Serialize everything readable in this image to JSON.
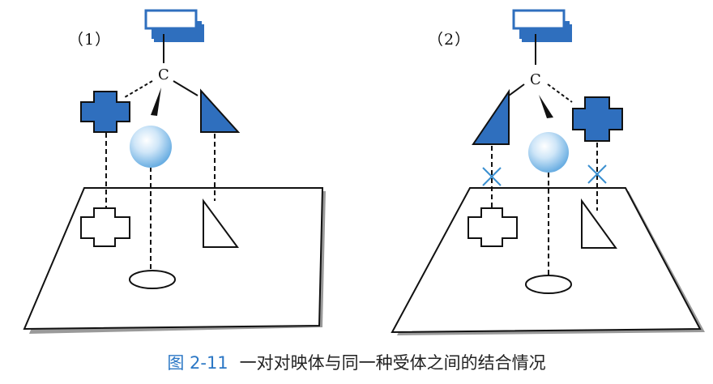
{
  "panels": [
    {
      "id": "panel-1",
      "label": "（1）",
      "ligand_order": [
        "cross",
        "sphere",
        "triangle"
      ],
      "mismatch": false
    },
    {
      "id": "panel-2",
      "label": "（2）",
      "ligand_order": [
        "triangle",
        "sphere",
        "cross"
      ],
      "mismatch": true
    }
  ],
  "center_label": "C",
  "caption": {
    "figure_number": "图 2-11",
    "text": "一对对映体与同一种受体之间的结合情况"
  },
  "colors": {
    "accent": "#2f6fbe",
    "caption_accent": "#2b77c5",
    "outline": "#111111",
    "mismatch_mark": "#3a8fd0",
    "sphere": "#bfe0f7"
  }
}
